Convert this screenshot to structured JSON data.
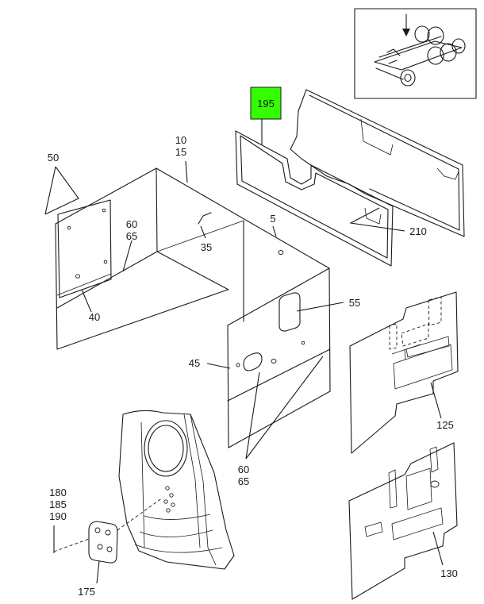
{
  "callouts": {
    "c195": "195",
    "c10": "10",
    "c15": "15",
    "c50": "50",
    "c60a": "60",
    "c65a": "65",
    "c5": "5",
    "c35": "35",
    "c210": "210",
    "c40": "40",
    "c55": "55",
    "c45": "45",
    "c125": "125",
    "c60b": "60",
    "c65b": "65",
    "c180": "180",
    "c185": "185",
    "c190": "190",
    "c175": "175",
    "c130": "130"
  },
  "colors": {
    "highlight": "#33ff00",
    "line": "#1a1a1a",
    "background": "#ffffff"
  }
}
